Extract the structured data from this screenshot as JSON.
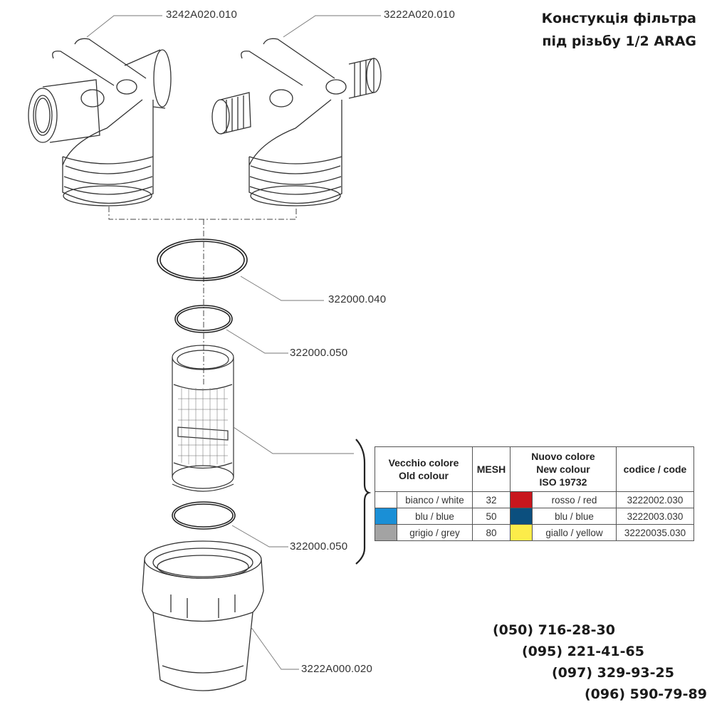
{
  "title": {
    "line1": "Констукція фільтра",
    "line2": "під різьбу 1/2 ARAG"
  },
  "parts": {
    "body_female": "3242A020.010",
    "body_male": "3222A020.010",
    "oring_large": "322000.040",
    "oring_small_top": "322000.050",
    "oring_small_bottom": "322000.050",
    "bowl": "3222A000.020"
  },
  "mesh_table": {
    "headers": {
      "old_colour": [
        "Vecchio colore",
        "Old colour"
      ],
      "mesh": "MESH",
      "new_colour": [
        "Nuovo colore",
        "New colour",
        "ISO 19732"
      ],
      "code": "codice / code"
    },
    "rows": [
      {
        "old_swatch": "#ffffff",
        "old_label": "bianco / white",
        "mesh": "32",
        "new_swatch": "#c8161d",
        "new_label": "rosso / red",
        "code": "3222002.030"
      },
      {
        "old_swatch": "#1a8fd6",
        "old_label": "blu / blue",
        "mesh": "50",
        "new_swatch": "#0b4f7e",
        "new_label": "blu / blue",
        "code": "3222003.030"
      },
      {
        "old_swatch": "#a3a3a3",
        "old_label": "grigio / grey",
        "mesh": "80",
        "new_swatch": "#fcec4a",
        "new_label": "giallo / yellow",
        "code": "32220035.030"
      }
    ]
  },
  "phones": [
    "(050) 716-28-30",
    "(095) 221-41-65",
    "(097) 329-93-25",
    "(096) 590-79-89"
  ]
}
